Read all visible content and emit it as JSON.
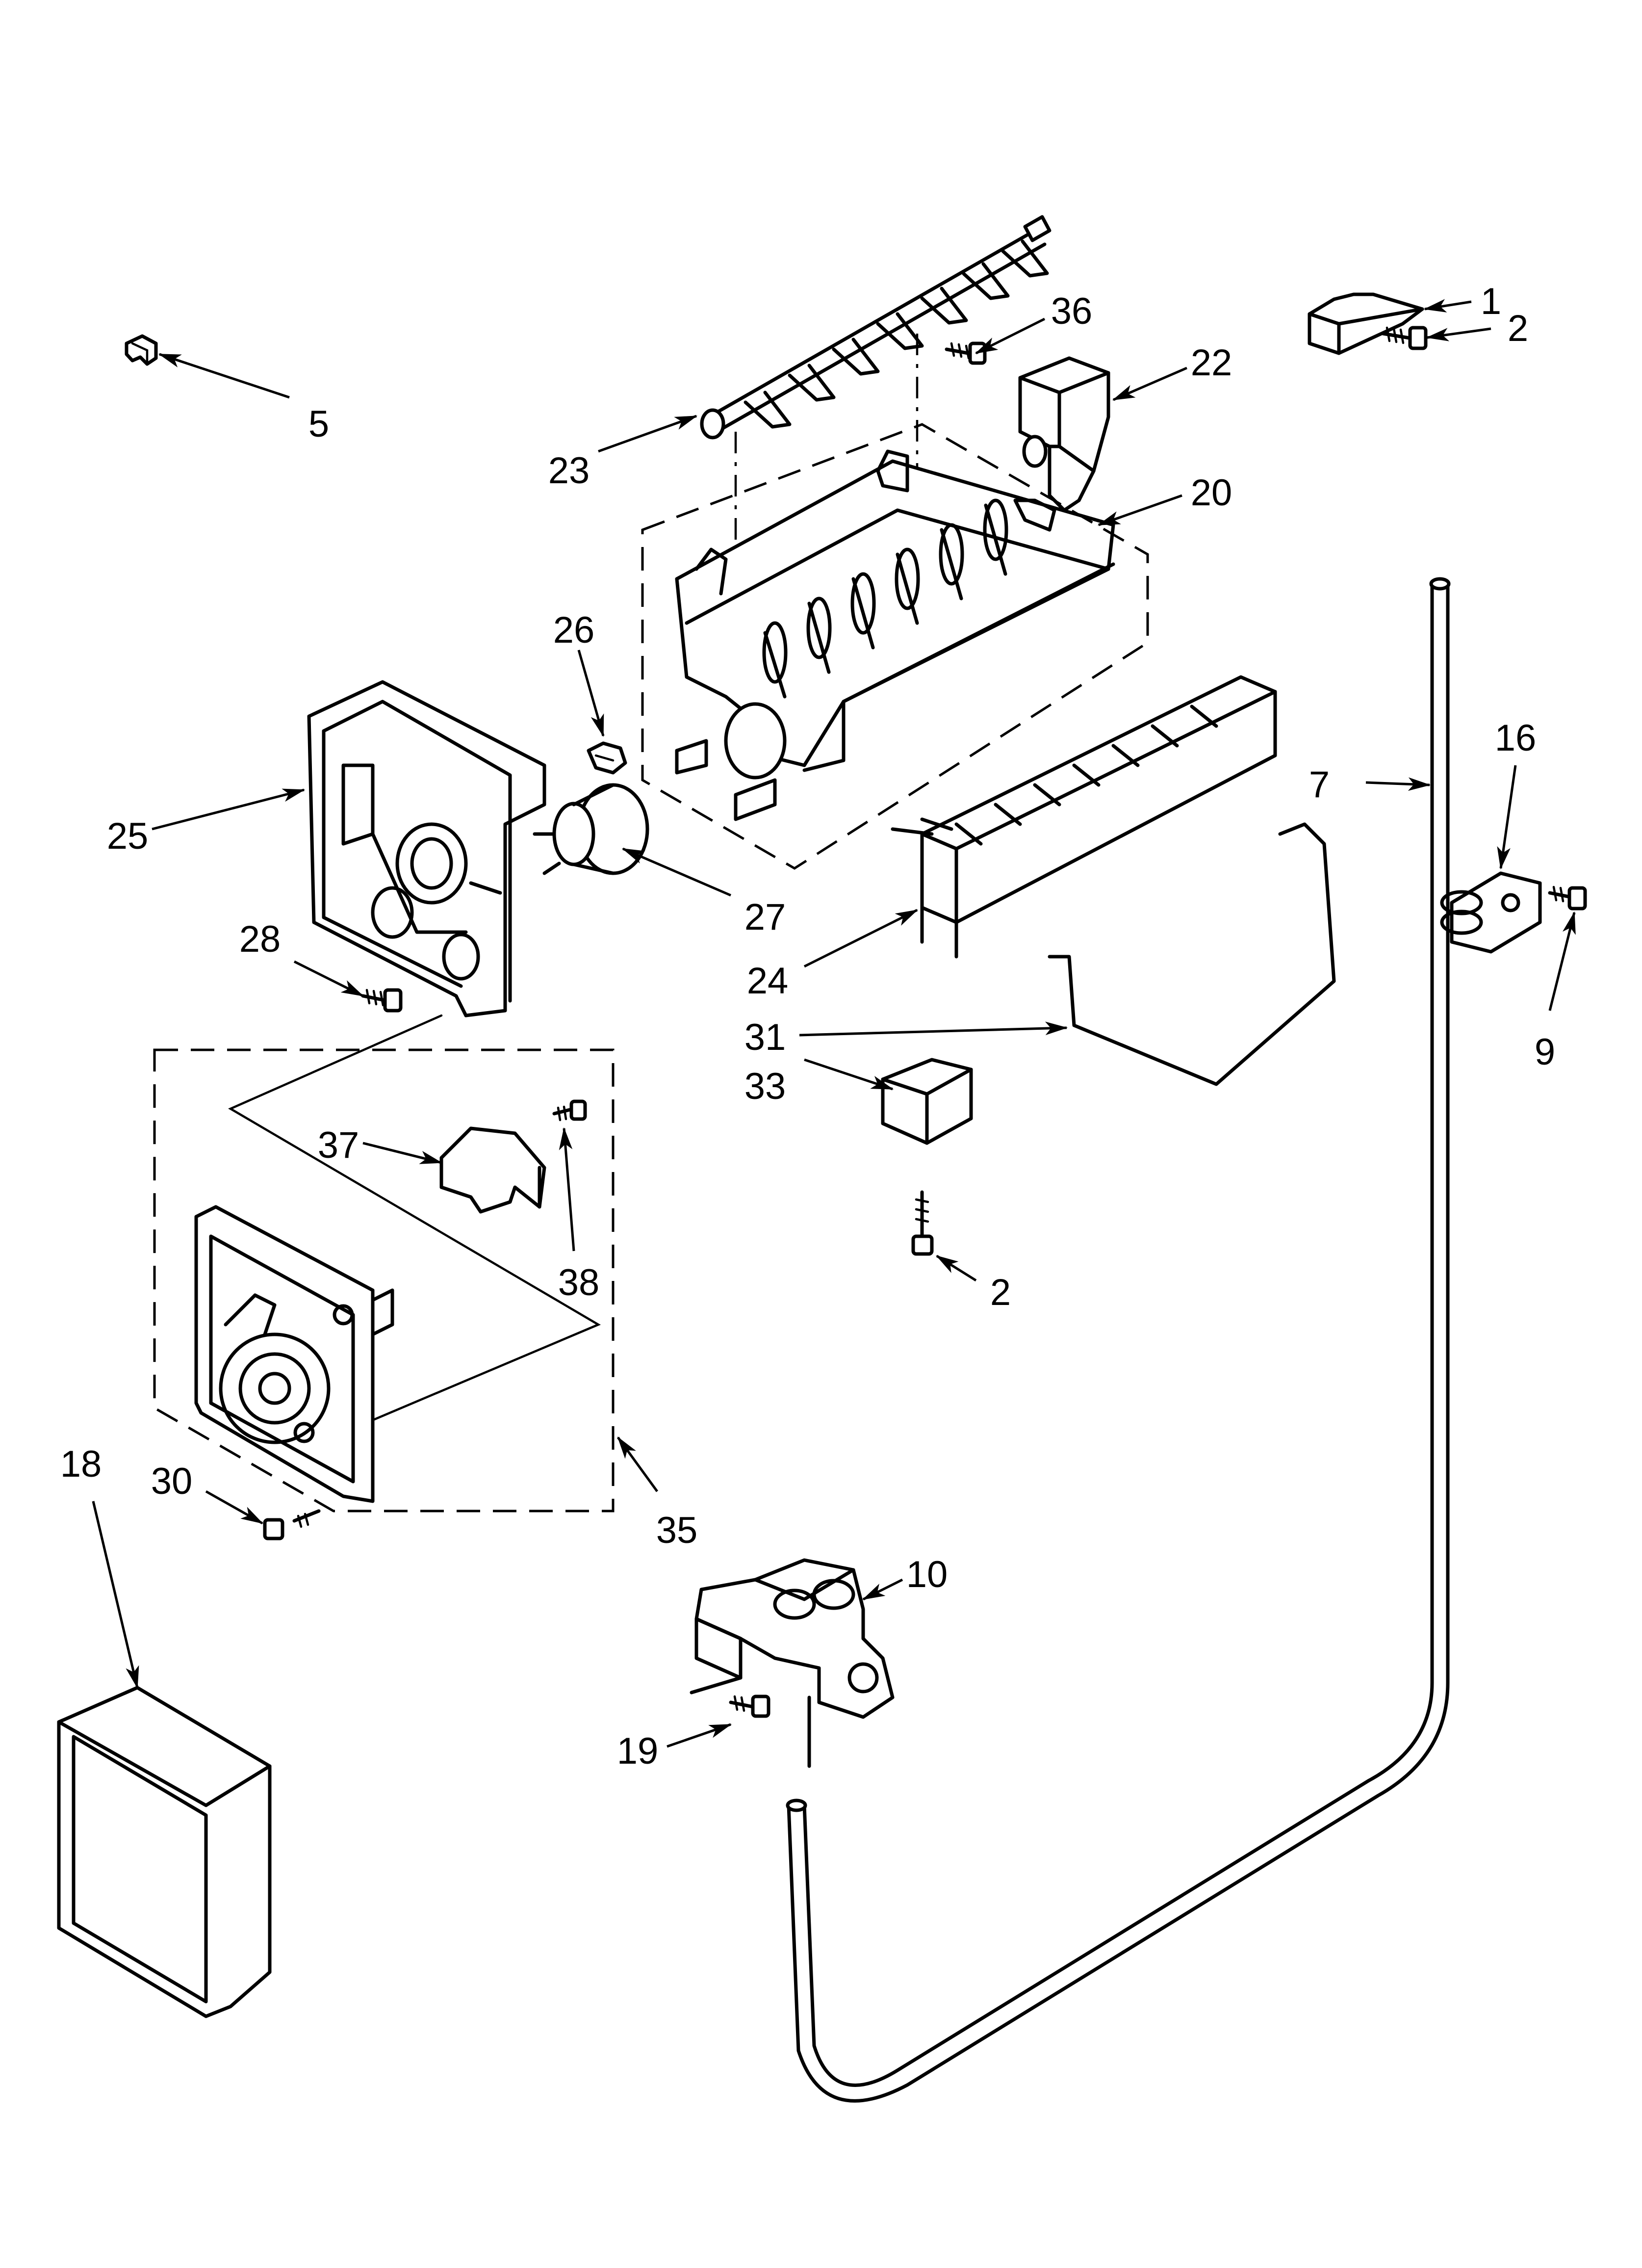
{
  "callouts": [
    {
      "id": "c1",
      "label": "1"
    },
    {
      "id": "c2a",
      "label": "2"
    },
    {
      "id": "c2b",
      "label": "2"
    },
    {
      "id": "c5",
      "label": "5"
    },
    {
      "id": "c7",
      "label": "7"
    },
    {
      "id": "c9",
      "label": "9"
    },
    {
      "id": "c10",
      "label": "10"
    },
    {
      "id": "c16",
      "label": "16"
    },
    {
      "id": "c18",
      "label": "18"
    },
    {
      "id": "c19",
      "label": "19"
    },
    {
      "id": "c20",
      "label": "20"
    },
    {
      "id": "c22",
      "label": "22"
    },
    {
      "id": "c23",
      "label": "23"
    },
    {
      "id": "c24",
      "label": "24"
    },
    {
      "id": "c25",
      "label": "25"
    },
    {
      "id": "c26",
      "label": "26"
    },
    {
      "id": "c27",
      "label": "27"
    },
    {
      "id": "c28",
      "label": "28"
    },
    {
      "id": "c30",
      "label": "30"
    },
    {
      "id": "c31",
      "label": "31"
    },
    {
      "id": "c33",
      "label": "33"
    },
    {
      "id": "c35",
      "label": "35"
    },
    {
      "id": "c36",
      "label": "36"
    },
    {
      "id": "c37",
      "label": "37"
    },
    {
      "id": "c38",
      "label": "38"
    }
  ]
}
